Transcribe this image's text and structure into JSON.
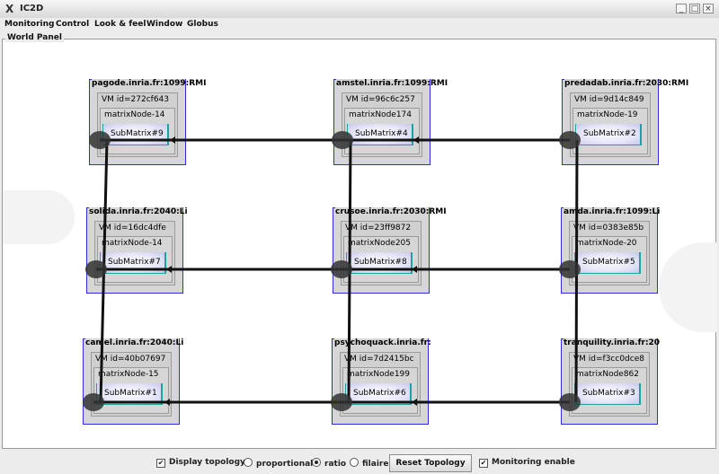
{
  "window": {
    "title": "IC2D",
    "app_icon": "X",
    "controls": {
      "minimize": "_",
      "maximize": "□",
      "close": "×"
    }
  },
  "menu": [
    "Monitoring",
    "Control",
    "Look & feel",
    "Window",
    "Globus"
  ],
  "panel": {
    "title": "World Panel"
  },
  "hosts": [
    {
      "host": "pagode.inria.fr:1099:RMI",
      "vm": "VM id=272cf643",
      "node": "matrixNode-14",
      "ao": "SubMatrix#9"
    },
    {
      "host": "amstel.inria.fr:1099:RMI",
      "vm": "VM id=96c6c257",
      "node": "matrixNode174",
      "ao": "SubMatrix#4"
    },
    {
      "host": "predadab.inria.fr:2030:RMI",
      "vm": "VM id=9d14c849",
      "node": "matrixNode-19",
      "ao": "SubMatrix#2"
    },
    {
      "host": "solida.inria.fr:2040:Li",
      "vm": "VM id=16dc4dfe",
      "node": "matrixNode-14",
      "ao": "SubMatrix#7"
    },
    {
      "host": "crusoe.inria.fr:2030:RMI",
      "vm": "VM id=23ff9872",
      "node": "matrixNode205",
      "ao": "SubMatrix#8"
    },
    {
      "host": "amda.inria.fr:1099:Li",
      "vm": "VM id=0383e85b",
      "node": "matrixNode-20",
      "ao": "SubMatrix#5"
    },
    {
      "host": "camel.inria.fr:2040:Li",
      "vm": "VM id=40b07697",
      "node": "matrixNode-15",
      "ao": "SubMatrix#1"
    },
    {
      "host": "psychoquack.inria.fr:",
      "vm": "VM id=7d2415bc",
      "node": "matrixNode199",
      "ao": "SubMatrix#6"
    },
    {
      "host": "tranquility.inria.fr:20",
      "vm": "VM id=f3cc0dce8",
      "node": "matrixNode862",
      "ao": "SubMatrix#3"
    }
  ],
  "controls": {
    "display_topology": {
      "label": "Display topology",
      "checked": true
    },
    "mode_options": [
      {
        "label": "proportional",
        "selected": false
      },
      {
        "label": "ratio",
        "selected": true
      },
      {
        "label": "filaire",
        "selected": false
      }
    ],
    "reset_button": "Reset Topology",
    "monitoring_enable": {
      "label": "Monitoring enable",
      "checked": true
    }
  }
}
